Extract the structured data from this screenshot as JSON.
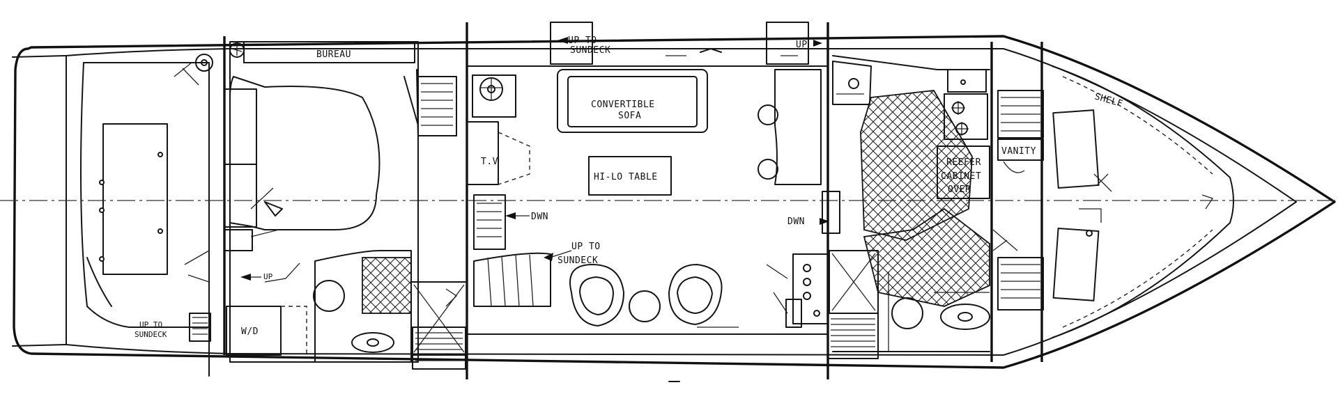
{
  "labels": {
    "bureau": "BUREAU",
    "up_to_sundeck_top_1": "UP TO",
    "up_to_sundeck_top_2": "SUNDECK",
    "up_top": "UP",
    "convertible_1": "CONVERTIBLE",
    "convertible_2": "SOFA",
    "tv": "T.V",
    "hilo_table": "HI-LO TABLE",
    "down_left": "DWN",
    "down_right": "DWN",
    "up_to_sundeck_mid_1": "UP TO",
    "up_to_sundeck_mid_2": "SUNDECK",
    "up_aft": "UP",
    "up_to_sundeck_aft_1": "UP TO",
    "up_to_sundeck_aft_2": "SUNDECK",
    "wd": "W/D",
    "reefer": "REEFER",
    "cabinet_1": "CABINET",
    "cabinet_2": "OVER",
    "vanity": "VANITY",
    "shelf": "SHELF"
  }
}
